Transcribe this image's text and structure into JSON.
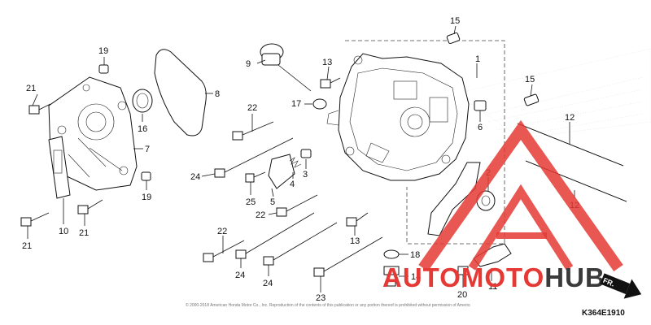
{
  "callouts": [
    {
      "id": "c1",
      "label": "1"
    },
    {
      "id": "c2",
      "label": "2"
    },
    {
      "id": "c3",
      "label": "3"
    },
    {
      "id": "c4",
      "label": "4"
    },
    {
      "id": "c5",
      "label": "5"
    },
    {
      "id": "c6",
      "label": "6"
    },
    {
      "id": "c7",
      "label": "7"
    },
    {
      "id": "c8",
      "label": "8"
    },
    {
      "id": "c9",
      "label": "9"
    },
    {
      "id": "c10",
      "label": "10"
    },
    {
      "id": "c11",
      "label": "11"
    },
    {
      "id": "c12a",
      "label": "12"
    },
    {
      "id": "c12b",
      "label": "12"
    },
    {
      "id": "c13a",
      "label": "13"
    },
    {
      "id": "c13b",
      "label": "13"
    },
    {
      "id": "c14",
      "label": "14"
    },
    {
      "id": "c15a",
      "label": "15"
    },
    {
      "id": "c15b",
      "label": "15"
    },
    {
      "id": "c16",
      "label": "16"
    },
    {
      "id": "c17",
      "label": "17"
    },
    {
      "id": "c18",
      "label": "18"
    },
    {
      "id": "c19a",
      "label": "19"
    },
    {
      "id": "c19b",
      "label": "19"
    },
    {
      "id": "c20",
      "label": "20"
    },
    {
      "id": "c21a",
      "label": "21"
    },
    {
      "id": "c21b",
      "label": "21"
    },
    {
      "id": "c21c",
      "label": "21"
    },
    {
      "id": "c22a",
      "label": "22"
    },
    {
      "id": "c22b",
      "label": "22"
    },
    {
      "id": "c22c",
      "label": "22"
    },
    {
      "id": "c23",
      "label": "23"
    },
    {
      "id": "c24a",
      "label": "24"
    },
    {
      "id": "c24b",
      "label": "24"
    },
    {
      "id": "c24c",
      "label": "24"
    },
    {
      "id": "c25",
      "label": "25"
    }
  ],
  "watermark": {
    "part1": "AUTOMOTO",
    "part2": "HUB",
    "color_red": "#e53935",
    "color_gray": "#3a3a3a"
  },
  "direction_label": "FR.",
  "diagram_code": "K364E1910",
  "copyright": "© 2000-2018 American Honda Motor Co., Inc. Reproduction of the contents of this publication or any portion thereof is prohibited without permission of American Honda Motor Co., Inc. All rights reserved."
}
